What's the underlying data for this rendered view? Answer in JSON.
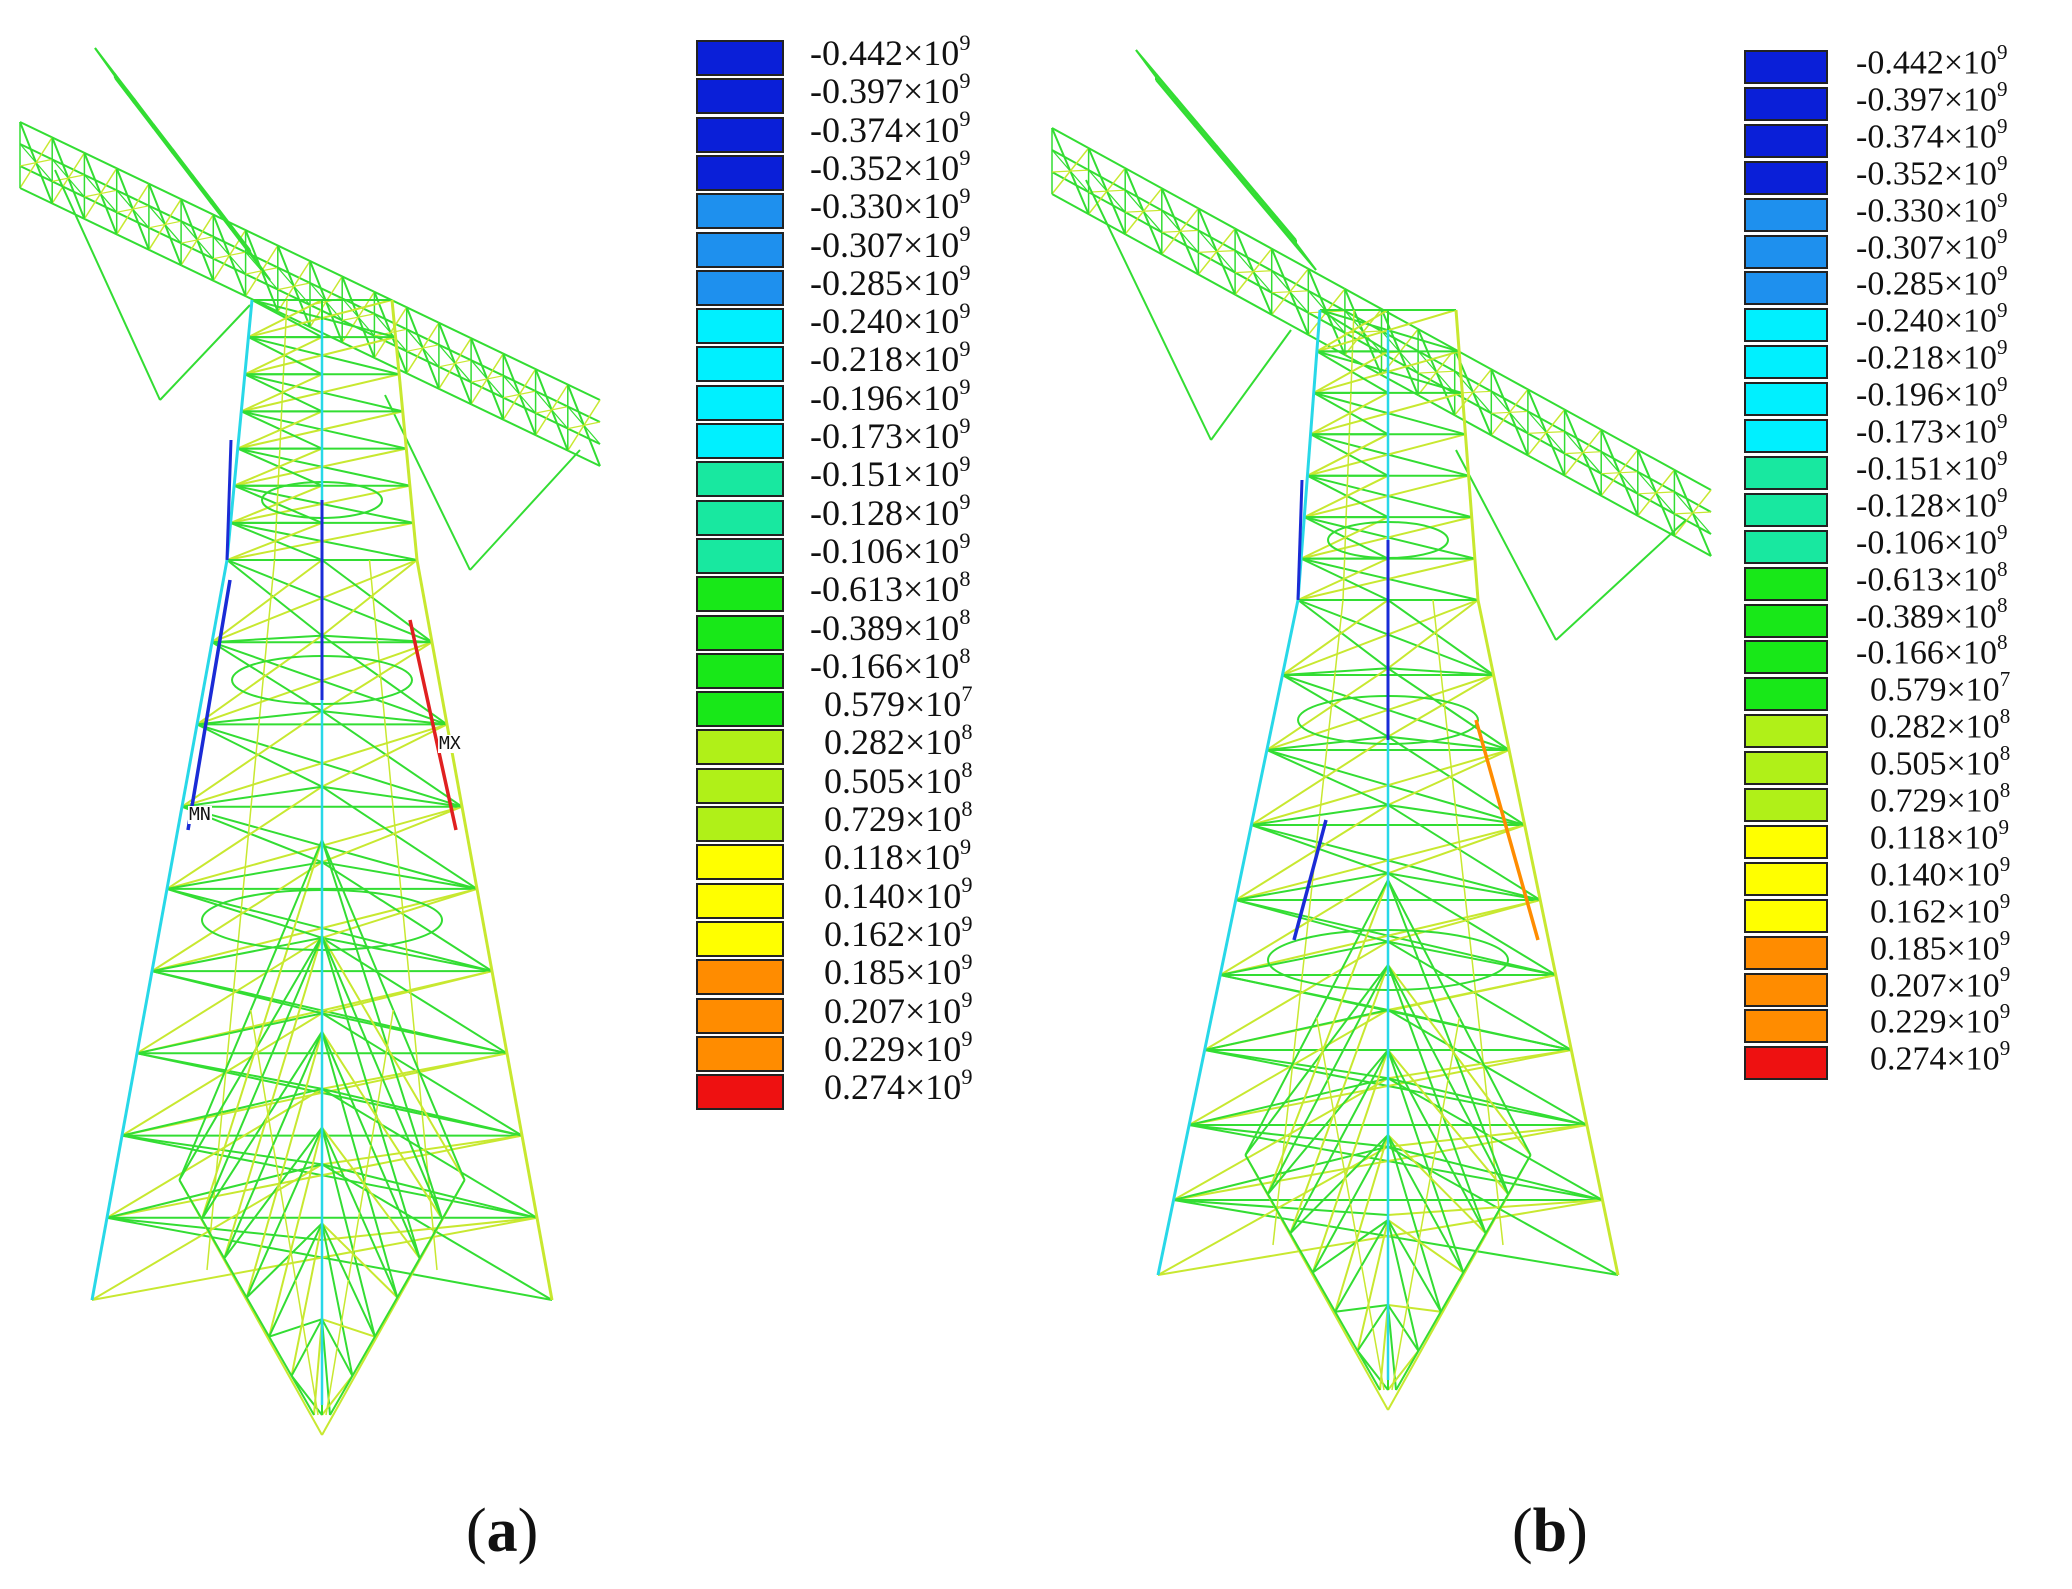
{
  "colors": {
    "structure": "#33dd33",
    "structure_yellow": "#c8e830",
    "compression_max": "#1a2bd6",
    "compression_mid": "#28d8e8",
    "tension_max": "#e02020",
    "tension_mid": "#ff8c00"
  },
  "legend": {
    "entries": [
      {
        "mantissa": "-0.442",
        "exp": "9",
        "color": "#0a1fd8"
      },
      {
        "mantissa": "-0.397",
        "exp": "9",
        "color": "#0a1fd8"
      },
      {
        "mantissa": "-0.374",
        "exp": "9",
        "color": "#0a1fd8"
      },
      {
        "mantissa": "-0.352",
        "exp": "9",
        "color": "#0a1fd8"
      },
      {
        "mantissa": "-0.330",
        "exp": "9",
        "color": "#1e90ee"
      },
      {
        "mantissa": "-0.307",
        "exp": "9",
        "color": "#1e90ee"
      },
      {
        "mantissa": "-0.285",
        "exp": "9",
        "color": "#1e90ee"
      },
      {
        "mantissa": "-0.240",
        "exp": "9",
        "color": "#00f0ff"
      },
      {
        "mantissa": "-0.218",
        "exp": "9",
        "color": "#00f0ff"
      },
      {
        "mantissa": "-0.196",
        "exp": "9",
        "color": "#00f0ff"
      },
      {
        "mantissa": "-0.173",
        "exp": "9",
        "color": "#00f0ff"
      },
      {
        "mantissa": "-0.151",
        "exp": "9",
        "color": "#18e8a0"
      },
      {
        "mantissa": "-0.128",
        "exp": "9",
        "color": "#18e8a0"
      },
      {
        "mantissa": "-0.106",
        "exp": "9",
        "color": "#18e8a0"
      },
      {
        "mantissa": "-0.613",
        "exp": "8",
        "color": "#18e818"
      },
      {
        "mantissa": "-0.389",
        "exp": "8",
        "color": "#18e818"
      },
      {
        "mantissa": "-0.166",
        "exp": "8",
        "color": "#18e818"
      },
      {
        "mantissa": "0.579",
        "exp": "7",
        "color": "#18e818"
      },
      {
        "mantissa": "0.282",
        "exp": "8",
        "color": "#b0f018"
      },
      {
        "mantissa": "0.505",
        "exp": "8",
        "color": "#b0f018"
      },
      {
        "mantissa": "0.729",
        "exp": "8",
        "color": "#b0f018"
      },
      {
        "mantissa": "0.118",
        "exp": "9",
        "color": "#ffff00"
      },
      {
        "mantissa": "0.140",
        "exp": "9",
        "color": "#ffff00"
      },
      {
        "mantissa": "0.162",
        "exp": "9",
        "color": "#ffff00"
      },
      {
        "mantissa": "0.185",
        "exp": "9",
        "color": "#ff8c00"
      },
      {
        "mantissa": "0.207",
        "exp": "9",
        "color": "#ff8c00"
      },
      {
        "mantissa": "0.229",
        "exp": "9",
        "color": "#ff8c00"
      },
      {
        "mantissa": "0.274",
        "exp": "9",
        "color": "#ee1111"
      }
    ],
    "times_symbol": "×10"
  },
  "panels": [
    {
      "id": "a",
      "caption_letter": "a",
      "marker_max": "MX",
      "marker_min": "MN"
    },
    {
      "id": "b",
      "caption_letter": "b"
    }
  ]
}
